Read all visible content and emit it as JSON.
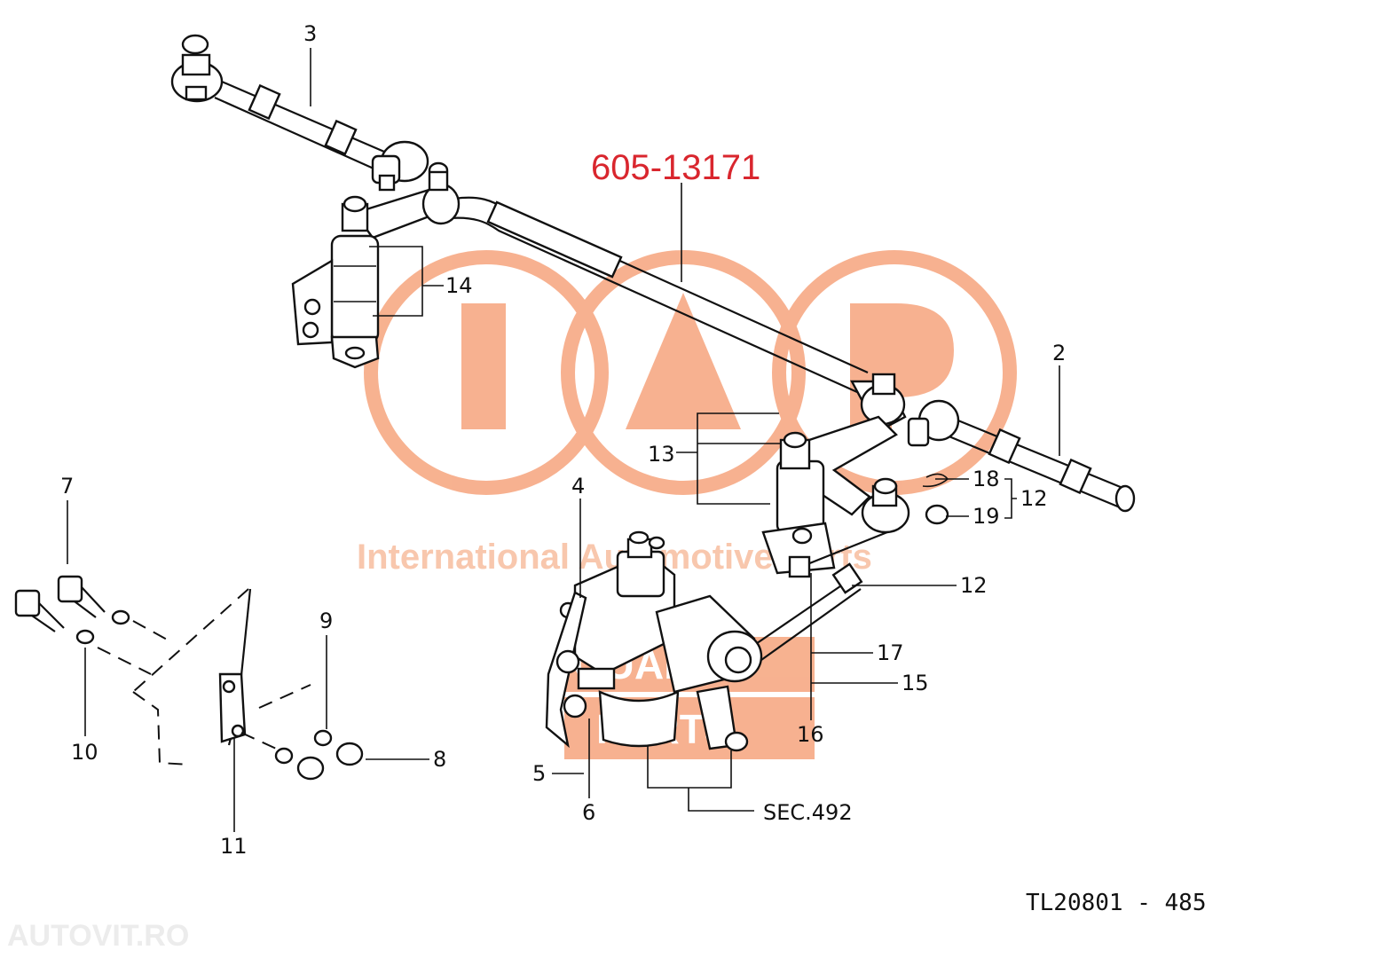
{
  "diagram": {
    "part_number": "605-13171",
    "brand_text": "International Automotive Parts",
    "logo_letters": "IAP",
    "quality_badge_line1": "QUALITY",
    "quality_badge_line2": "PARTS",
    "footer_code": "TL20801 - 485",
    "watermark": "AUTOVIT.RO",
    "colors": {
      "brand_orange": "#f6a47d",
      "part_number_red": "#d9262e",
      "line": "#111111"
    },
    "callouts": [
      {
        "id": "2",
        "text": "2"
      },
      {
        "id": "3",
        "text": "3"
      },
      {
        "id": "4",
        "text": "4"
      },
      {
        "id": "5",
        "text": "5"
      },
      {
        "id": "6",
        "text": "6"
      },
      {
        "id": "7",
        "text": "7"
      },
      {
        "id": "8",
        "text": "8"
      },
      {
        "id": "9",
        "text": "9"
      },
      {
        "id": "10",
        "text": "10"
      },
      {
        "id": "11",
        "text": "11"
      },
      {
        "id": "12a",
        "text": "12"
      },
      {
        "id": "12b",
        "text": "12"
      },
      {
        "id": "13",
        "text": "13"
      },
      {
        "id": "14",
        "text": "14"
      },
      {
        "id": "15",
        "text": "15"
      },
      {
        "id": "16",
        "text": "16"
      },
      {
        "id": "17",
        "text": "17"
      },
      {
        "id": "18",
        "text": "18"
      },
      {
        "id": "19",
        "text": "19"
      },
      {
        "id": "sec",
        "text": "SEC.492"
      }
    ]
  }
}
